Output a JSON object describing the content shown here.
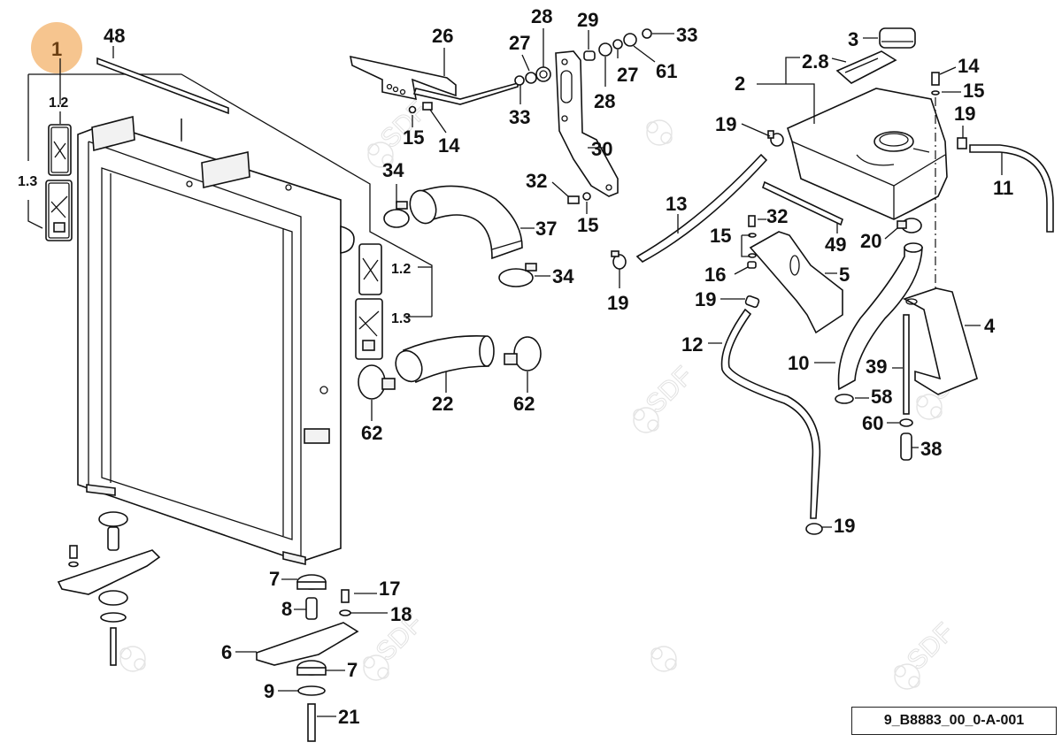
{
  "diagram": {
    "highlight_color": "#f6c58f",
    "highlight_text_color": "#6b3f12",
    "reference_code": "9_B8883_00_0-A-001",
    "watermark_text": "SDF",
    "callouts": {
      "c1": "1",
      "c1_2a": "1.2",
      "c1_3a": "1.3",
      "c1_2b": "1.2",
      "c1_3b": "1.3",
      "c48": "48",
      "c26": "26",
      "c28a": "28",
      "c29": "29",
      "c33a": "33",
      "c27a": "27",
      "c27b": "27",
      "c61": "61",
      "c33b": "33",
      "c28b": "28",
      "c15a": "15",
      "c14a": "14",
      "c30": "30",
      "c32a": "32",
      "c15b": "15",
      "c34a": "34",
      "c37": "37",
      "c34b": "34",
      "c13": "13",
      "c19a": "19",
      "c22": "22",
      "c62a": "62",
      "c62b": "62",
      "c3": "3",
      "c2_8": "2.8",
      "c2": "2",
      "c14b": "14",
      "c15c": "15",
      "c19b": "19",
      "c19c": "19",
      "c11": "11",
      "c32b": "32",
      "c15d": "15",
      "c16": "16",
      "c5": "5",
      "c49": "49",
      "c20": "20",
      "c19d": "19",
      "c12": "12",
      "c4": "4",
      "c10": "10",
      "c39": "39",
      "c58": "58",
      "c60": "60",
      "c38": "38",
      "c19e": "19",
      "c7a": "7",
      "c17": "17",
      "c8": "8",
      "c18": "18",
      "c6": "6",
      "c7b": "7",
      "c9": "9",
      "c21": "21"
    }
  }
}
